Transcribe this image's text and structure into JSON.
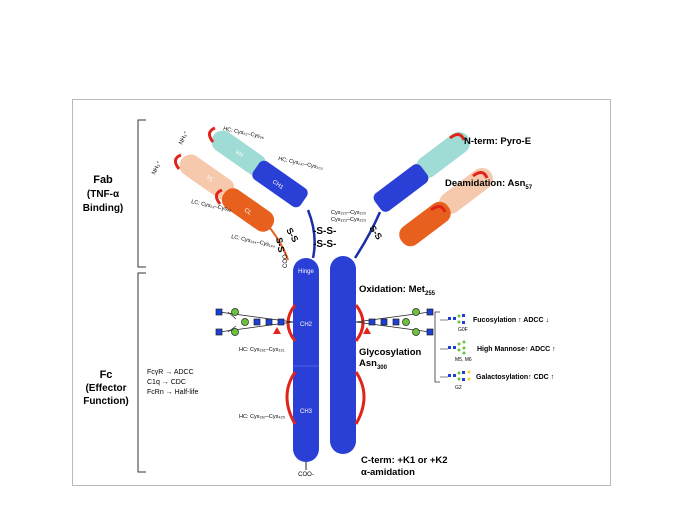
{
  "colors": {
    "heavy_chain": "#2a3fd6",
    "heavy_chain_dark": "#1c2ea8",
    "light_chain_fab": "#e8601e",
    "light_chain_pale": "#f6c9ad",
    "variable_domain": "#9fdcd6",
    "disulfide_loop": "#e0241b",
    "glycan_blue": "#1c3fd8",
    "glycan_green": "#6cc23a"
  },
  "labels": {
    "fab": "Fab",
    "fab_sub1": "(TNF-α",
    "fab_sub2": "Binding)",
    "fc": "Fc",
    "fc_sub1": "(Effector",
    "fc_sub2": "Function)",
    "fc_effectors": [
      "FcγR → ADCC",
      "C1q → CDC",
      "FcRn → Half-life"
    ],
    "nh3_a": "NH₃⁺",
    "nh3_b": "NH₃⁺",
    "hc_cys_a": "HC: Cys₂₂–Cys₉₆",
    "hc_cys_b": "HC: Cys₁₄₇–Cys₂₀₃",
    "lc_cys_a": "LC: Cys₂₃–Cys₈₈",
    "lc_cys_b": "LC: Cys₁₃₄–Cys₁₉₄",
    "hinge_cys_a": "Cys₂₂₀–Cys₂₂₀",
    "hinge_cys_b": "Cys₂₂₃–Cys₂₂₃",
    "ss": "S-S",
    "ss_mid_1": "-S-S-",
    "ss_mid_2": "-S-S-",
    "coo_lc": "COO-",
    "coo_hc": "COO-",
    "vl": "VL",
    "vh": "VH",
    "cl": "CL",
    "ch1": "CH1",
    "hinge": "Hinge",
    "ch2": "CH2",
    "ch3": "CH3",
    "hc_cys_ch2": "HC: Cys₂₆₁–Cys₃₂₁",
    "hc_cys_ch3": "HC: Cys₃₆₇–Cys₄₂₅",
    "n_term": "N-term: Pyro-E",
    "deamidation": "Deamidation: Asn",
    "deamidation_sub": "57",
    "oxidation": "Oxidation: Met",
    "oxidation_sub": "255",
    "glycosylation": "Glycosylation",
    "glycosylation_site": "Asn",
    "glycosylation_sub": "300",
    "c_term_1": "C-term: +K1 or +K2",
    "c_term_2": "α-amidation",
    "glycans": [
      {
        "effect": "Fucosylation ↑  ADCC ↓",
        "code": "G0F"
      },
      {
        "effect": "High Mannose↑ ADCC ↑",
        "code": "M5, M6"
      },
      {
        "effect": "Galactosylation↑  CDC ↑",
        "code": "G2"
      }
    ]
  }
}
